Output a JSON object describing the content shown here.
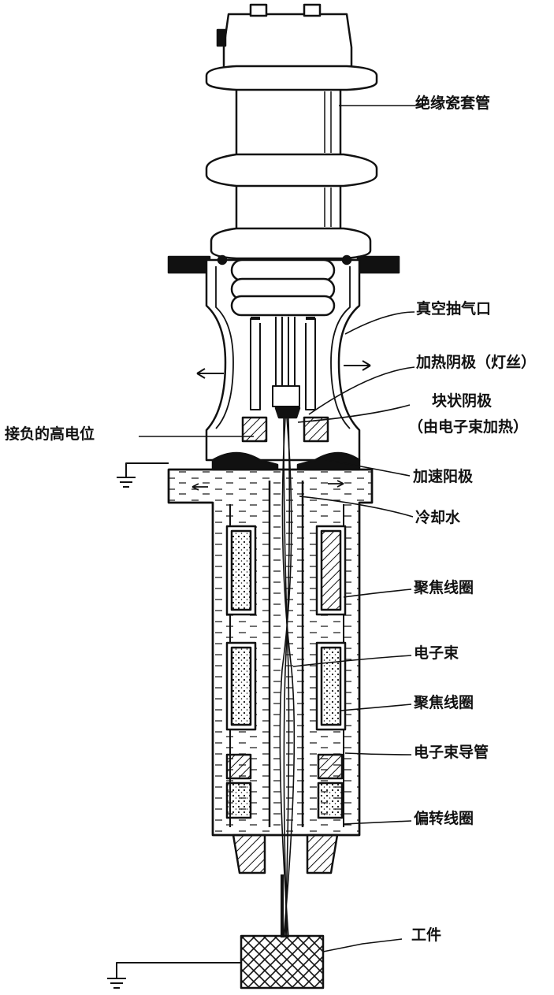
{
  "labels": {
    "insulating_porcelain_sleeve": "绝缘瓷套管",
    "vacuum_pump_port": "真空抽气口",
    "heated_cathode_filament": "加热阴极（灯丝）",
    "block_cathode_line1": "块状阴极",
    "block_cathode_line2": "（由电子束加热）",
    "negative_high_potential": "接负的高电位",
    "accelerating_anode": "加速阳极",
    "cooling_water": "冷却水",
    "focusing_coil_upper": "聚焦线圈",
    "electron_beam": "电子束",
    "focusing_coil_lower": "聚焦线圈",
    "electron_beam_guide_tube": "电子束导管",
    "deflection_coil": "偏转线圈",
    "workpiece": "工件"
  },
  "colors": {
    "ink": "#111111",
    "background": "#ffffff"
  }
}
